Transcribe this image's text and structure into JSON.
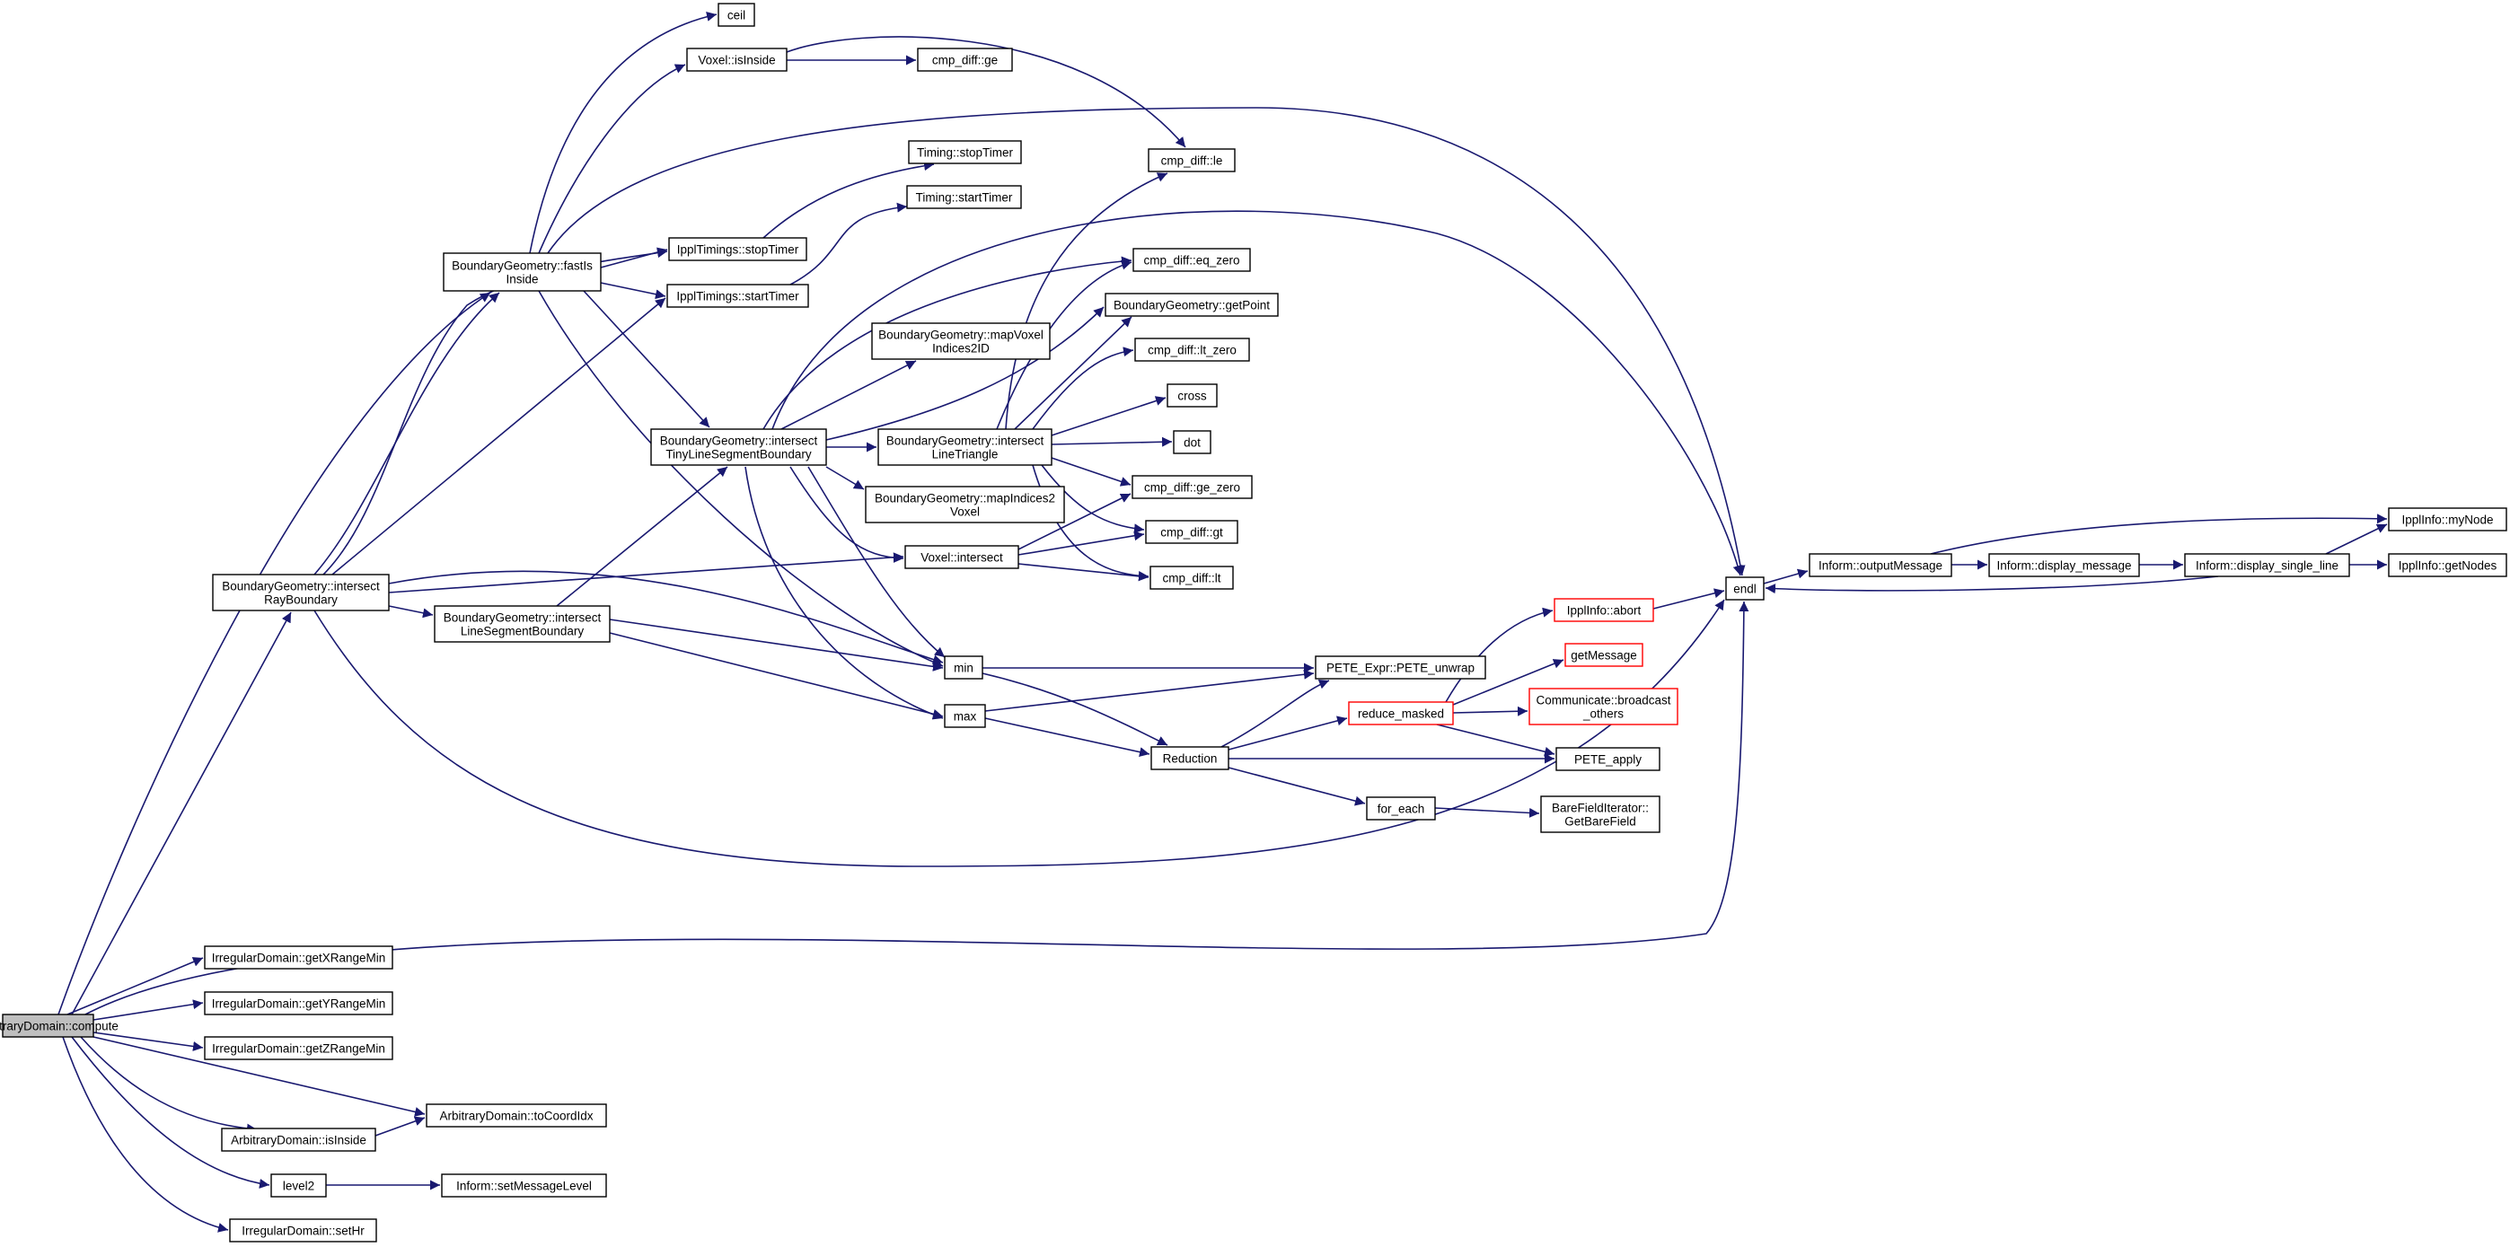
{
  "colors": {
    "edge": "#191970",
    "node_border": "#000000",
    "node_border_truncated": "#ff0000",
    "node_fill": "#ffffff",
    "root_fill": "#bfbfbf"
  },
  "nodes": [
    {
      "id": "root",
      "lines": [
        "ArbitraryDomain::compute"
      ],
      "root": true
    },
    {
      "id": "getXRangeMin",
      "lines": [
        "IrregularDomain::getXRangeMin"
      ]
    },
    {
      "id": "getYRangeMin",
      "lines": [
        "IrregularDomain::getYRangeMin"
      ]
    },
    {
      "id": "getZRangeMin",
      "lines": [
        "IrregularDomain::getZRangeMin"
      ]
    },
    {
      "id": "toCoordIdx",
      "lines": [
        "ArbitraryDomain::toCoordIdx"
      ]
    },
    {
      "id": "adIsInside",
      "lines": [
        "ArbitraryDomain::isInside"
      ]
    },
    {
      "id": "level2",
      "lines": [
        "level2"
      ]
    },
    {
      "id": "setMessageLevel",
      "lines": [
        "Inform::setMessageLevel"
      ]
    },
    {
      "id": "setHr",
      "lines": [
        "IrregularDomain::setHr"
      ]
    },
    {
      "id": "intersectRay",
      "lines": [
        "BoundaryGeometry::intersect",
        "RayBoundary"
      ]
    },
    {
      "id": "fastIsInside",
      "lines": [
        "BoundaryGeometry::fastIs",
        "Inside"
      ]
    },
    {
      "id": "ceil",
      "lines": [
        "ceil"
      ]
    },
    {
      "id": "voxelIsInside",
      "lines": [
        "Voxel::isInside"
      ]
    },
    {
      "id": "cmpGe",
      "lines": [
        "cmp_diff::ge"
      ]
    },
    {
      "id": "cmpLe",
      "lines": [
        "cmp_diff::le"
      ]
    },
    {
      "id": "stopTimerT",
      "lines": [
        "Timing::stopTimer"
      ]
    },
    {
      "id": "startTimerT",
      "lines": [
        "Timing::startTimer"
      ]
    },
    {
      "id": "stopTimer",
      "lines": [
        "IpplTimings::stopTimer"
      ]
    },
    {
      "id": "startTimer",
      "lines": [
        "IpplTimings::startTimer"
      ]
    },
    {
      "id": "cmpEqZero",
      "lines": [
        "cmp_diff::eq_zero"
      ]
    },
    {
      "id": "getPoint",
      "lines": [
        "BoundaryGeometry::getPoint"
      ]
    },
    {
      "id": "mapVoxel",
      "lines": [
        "BoundaryGeometry::mapVoxel",
        "Indices2ID"
      ]
    },
    {
      "id": "cmpLtZero",
      "lines": [
        "cmp_diff::lt_zero"
      ]
    },
    {
      "id": "cross",
      "lines": [
        "cross"
      ]
    },
    {
      "id": "dot",
      "lines": [
        "dot"
      ]
    },
    {
      "id": "intersectTiny",
      "lines": [
        "BoundaryGeometry::intersect",
        "TinyLineSegmentBoundary"
      ]
    },
    {
      "id": "intersectTri",
      "lines": [
        "BoundaryGeometry::intersect",
        "LineTriangle"
      ]
    },
    {
      "id": "cmpGeZero",
      "lines": [
        "cmp_diff::ge_zero"
      ]
    },
    {
      "id": "mapIndices",
      "lines": [
        "BoundaryGeometry::mapIndices2",
        "Voxel"
      ]
    },
    {
      "id": "cmpGt",
      "lines": [
        "cmp_diff::gt"
      ]
    },
    {
      "id": "voxelIntersect",
      "lines": [
        "Voxel::intersect"
      ]
    },
    {
      "id": "cmpLt",
      "lines": [
        "cmp_diff::lt"
      ]
    },
    {
      "id": "intersectLine",
      "lines": [
        "BoundaryGeometry::intersect",
        "LineSegmentBoundary"
      ]
    },
    {
      "id": "min",
      "lines": [
        "min"
      ]
    },
    {
      "id": "max",
      "lines": [
        "max"
      ]
    },
    {
      "id": "peteUnwrap",
      "lines": [
        "PETE_Expr::PETE_unwrap"
      ]
    },
    {
      "id": "reduction",
      "lines": [
        "Reduction"
      ]
    },
    {
      "id": "reduceMasked",
      "lines": [
        "reduce_masked"
      ],
      "truncated": true
    },
    {
      "id": "forEach",
      "lines": [
        "for_each"
      ]
    },
    {
      "id": "getBareField",
      "lines": [
        "BareFieldIterator::",
        "GetBareField"
      ]
    },
    {
      "id": "peteApply",
      "lines": [
        "PETE_apply"
      ]
    },
    {
      "id": "broadcast",
      "lines": [
        "Communicate::broadcast",
        "_others"
      ],
      "truncated": true
    },
    {
      "id": "getMessage",
      "lines": [
        "getMessage"
      ],
      "truncated": true
    },
    {
      "id": "ipplAbort",
      "lines": [
        "IpplInfo::abort"
      ],
      "truncated": true
    },
    {
      "id": "endl",
      "lines": [
        "endl"
      ]
    },
    {
      "id": "outputMessage",
      "lines": [
        "Inform::outputMessage"
      ]
    },
    {
      "id": "displayMessage",
      "lines": [
        "Inform::display_message"
      ]
    },
    {
      "id": "displaySingleLine",
      "lines": [
        "Inform::display_single_line"
      ]
    },
    {
      "id": "myNode",
      "lines": [
        "IpplInfo::myNode"
      ]
    },
    {
      "id": "getNodes",
      "lines": [
        "IpplInfo::getNodes"
      ]
    }
  ]
}
